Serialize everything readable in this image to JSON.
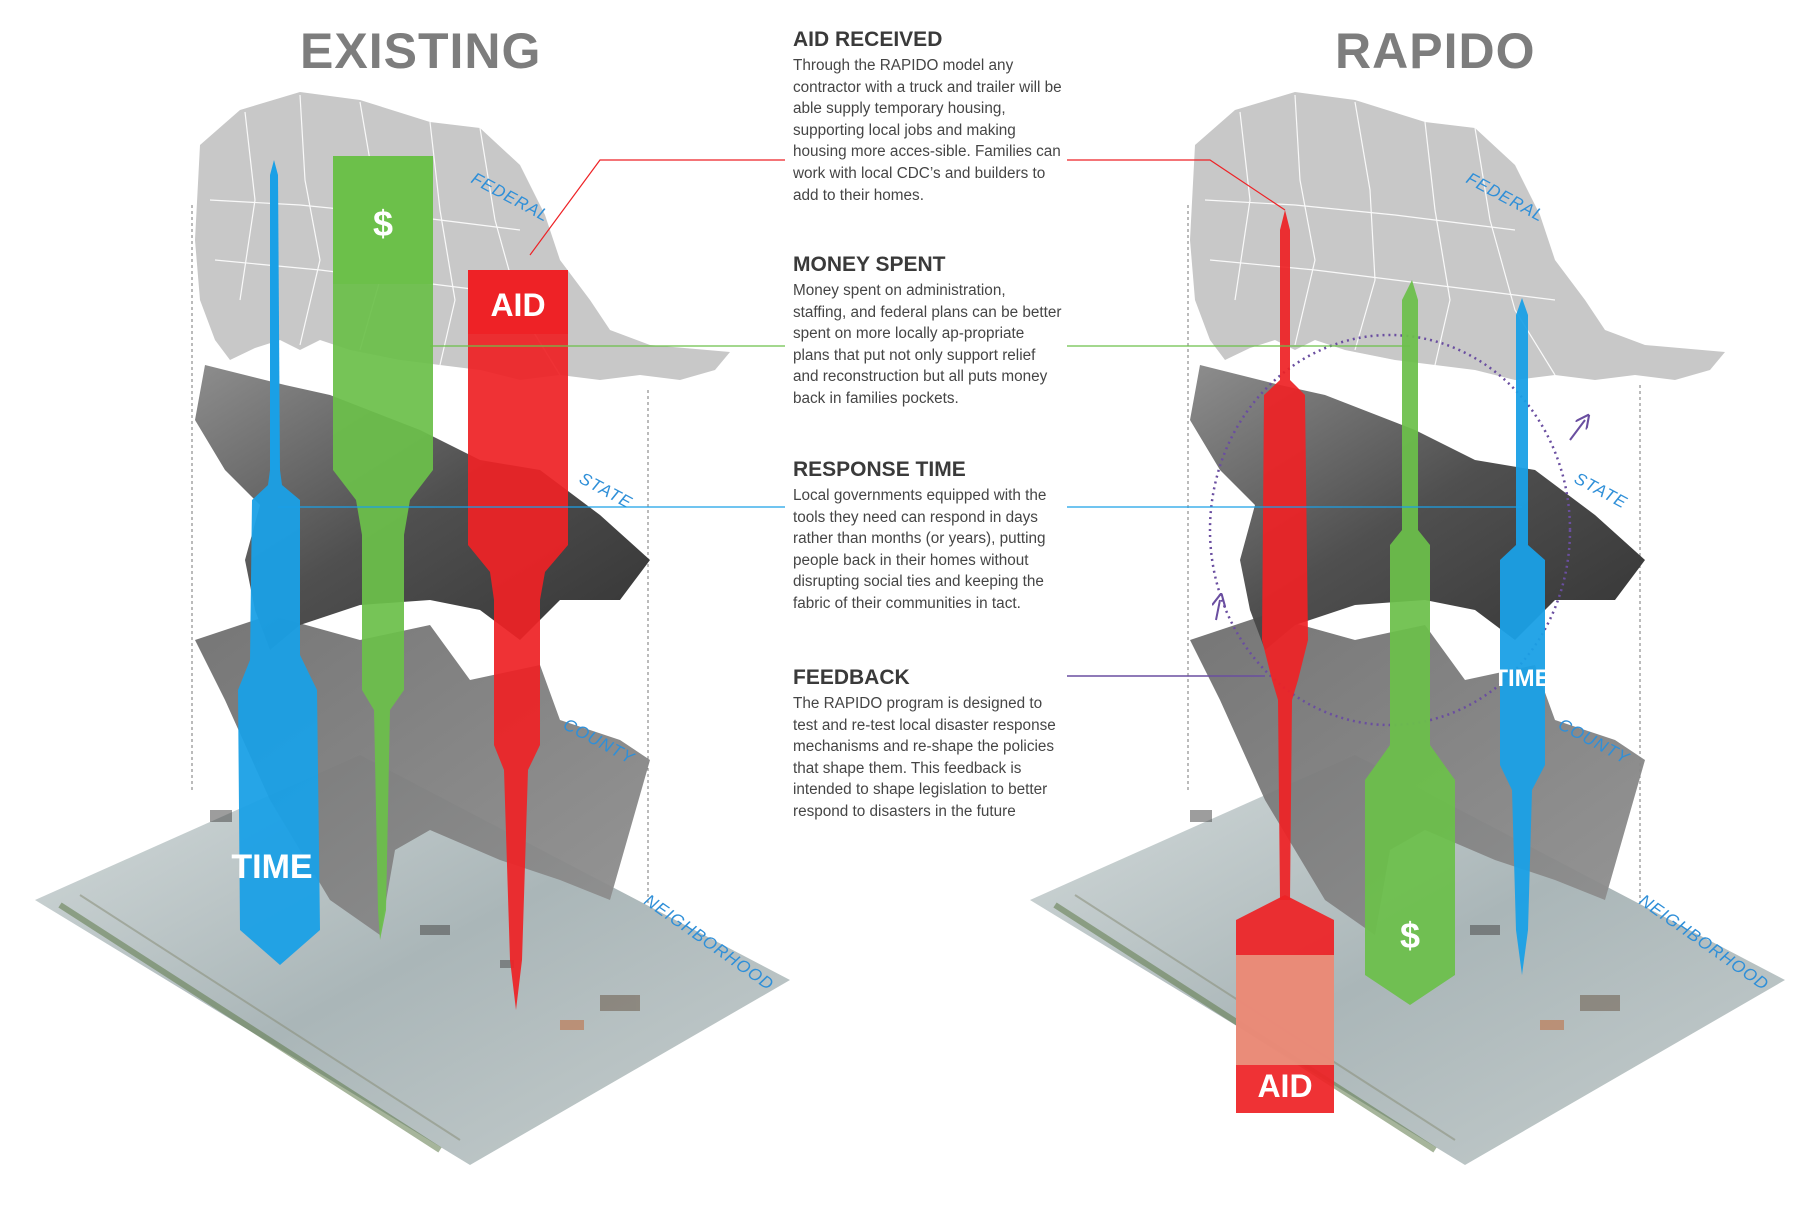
{
  "titles": {
    "existing": "EXISTING",
    "rapido": "RAPIDO"
  },
  "layers": {
    "federal": "FEDERAL",
    "state": "STATE",
    "county": "COUNTY",
    "neighborhood": "NEIGHBORHOOD"
  },
  "bars": {
    "money": "$",
    "aid": "AID",
    "time": "TIME"
  },
  "blocks": {
    "aid_received": {
      "heading": "AID RECEIVED",
      "body": "Through the RAPIDO model any contractor with a truck and trailer will be able supply temporary housing, supporting local jobs and making housing more acces-sible.  Families can work with local CDC’s and builders to add to their homes."
    },
    "money_spent": {
      "heading": "MONEY SPENT",
      "body": "Money spent on administration, staffing,  and federal plans can be better spent on more locally ap-propriate plans that put not only support relief and reconstruction but all puts money back in families pockets."
    },
    "response_time": {
      "heading": "RESPONSE TIME",
      "body": "Local governments equipped with the tools they need can respond in days rather than months (or years), putting people back in their homes without disrupting social ties and keeping the fabric of their communities in tact."
    },
    "feedback": {
      "heading": "FEEDBACK",
      "body": "The RAPIDO program is designed to test and re-test local disaster response mechanisms and re-shape the policies that shape them.  This feedback is intended to shape legislation to better respond to disasters in the future"
    }
  },
  "colors": {
    "aid": "#ee2226",
    "money": "#6cc04a",
    "time": "#1aa0e6",
    "federal_map": "#c8c8c8",
    "state_map": "#555555",
    "county_map": "#7a7a7a",
    "neighborhood_photo": "#b9c4c6",
    "feedback_loop": "#6a4ea0",
    "layer_label": "#2f8fd8"
  }
}
